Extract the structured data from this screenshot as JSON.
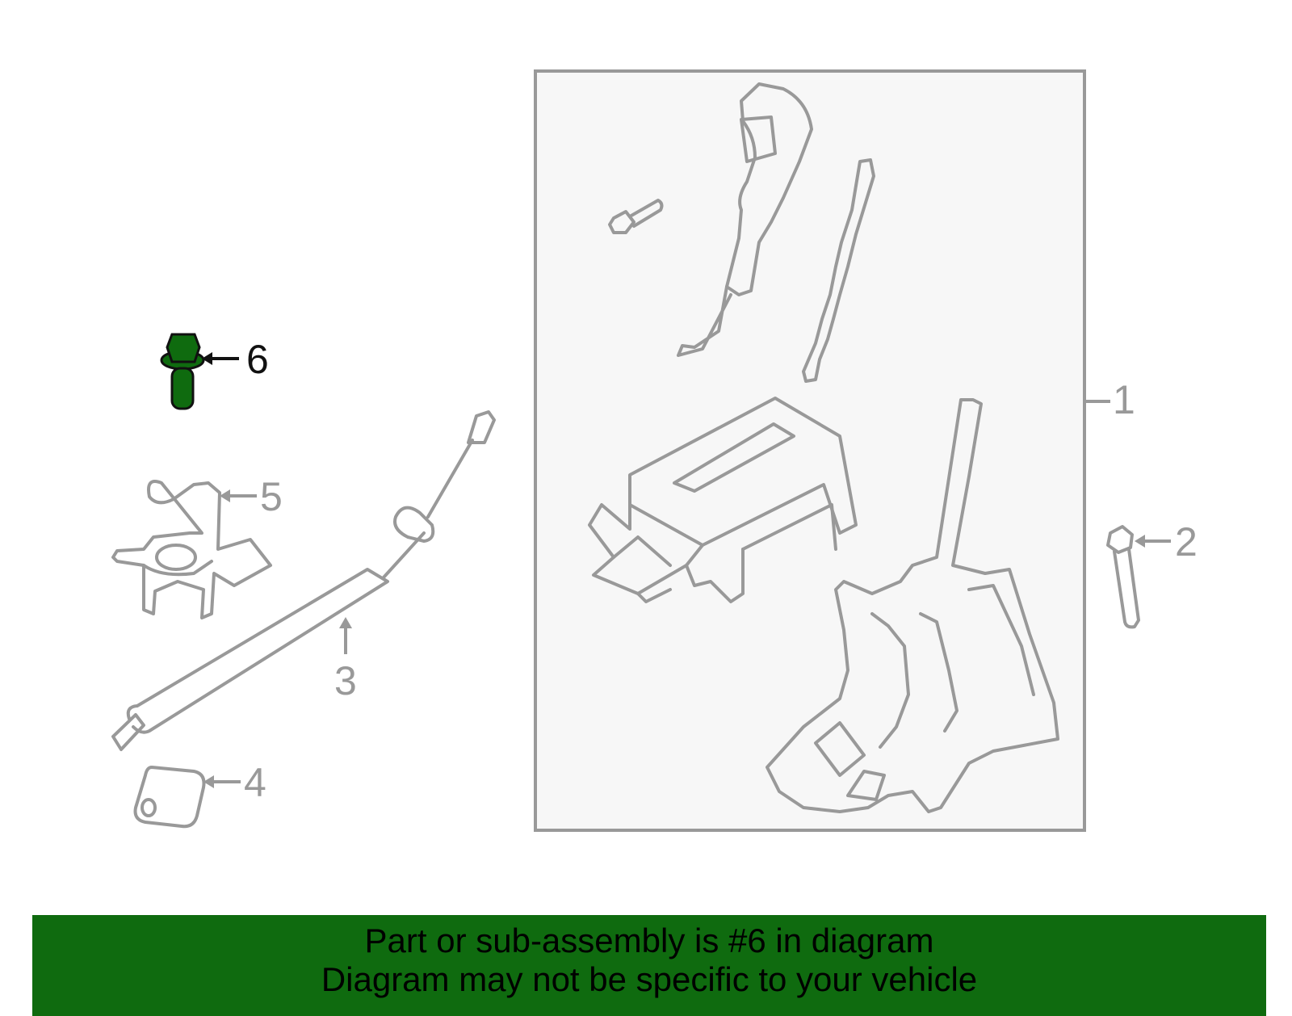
{
  "callouts": {
    "c1": "1",
    "c2": "2",
    "c3": "3",
    "c4": "4",
    "c5": "5",
    "c6": "6"
  },
  "highlight": {
    "part_number": "6",
    "color": "#0f6b0f"
  },
  "colors": {
    "line": "#999999",
    "box_fill": "#f7f7f7",
    "banner": "#0f6b0f"
  },
  "footer": {
    "line1": "Part or sub-assembly is #6 in diagram",
    "line2": "Diagram may not be specific to your vehicle"
  }
}
